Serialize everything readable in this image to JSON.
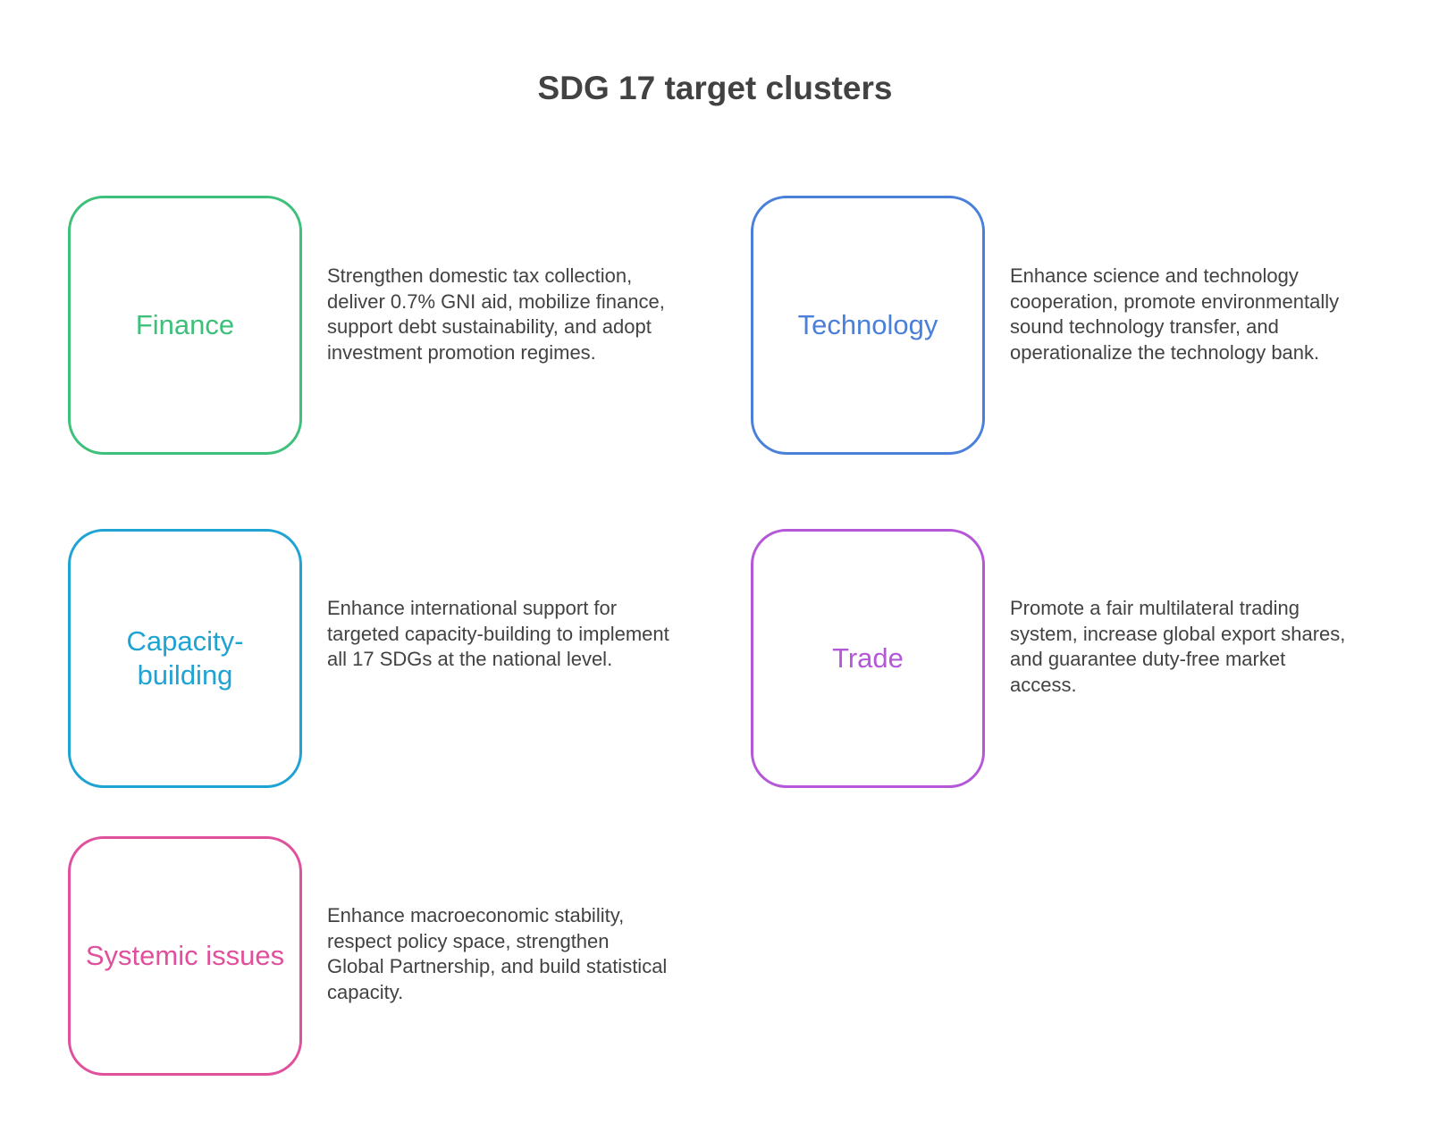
{
  "title": "SDG 17 target clusters",
  "clusters": [
    {
      "id": "finance",
      "label": "Finance",
      "color": "#3cc07a",
      "description": "Strengthen domestic tax collection, deliver 0.7% GNI aid, mobilize finance, support debt sustainability, and adopt investment promotion regimes."
    },
    {
      "id": "technology",
      "label": "Technology",
      "color": "#4a80d9",
      "description": "Enhance science and technology cooperation, promote environmentally sound technology transfer, and operationalize the technology bank."
    },
    {
      "id": "capacity",
      "label": "Capacity-building",
      "color": "#1ea3d3",
      "description": "Enhance international support for targeted capacity-building to implement all 17 SDGs at the national level."
    },
    {
      "id": "trade",
      "label": "Trade",
      "color": "#b457d9",
      "description": "Promote a fair multilateral trading system, increase global export shares, and guarantee duty-free market access."
    },
    {
      "id": "systemic",
      "label": "Systemic issues",
      "color": "#e0509d",
      "description": "Enhance macroeconomic stability, respect policy space, strengthen Global Partnership, and build statistical capacity."
    }
  ]
}
